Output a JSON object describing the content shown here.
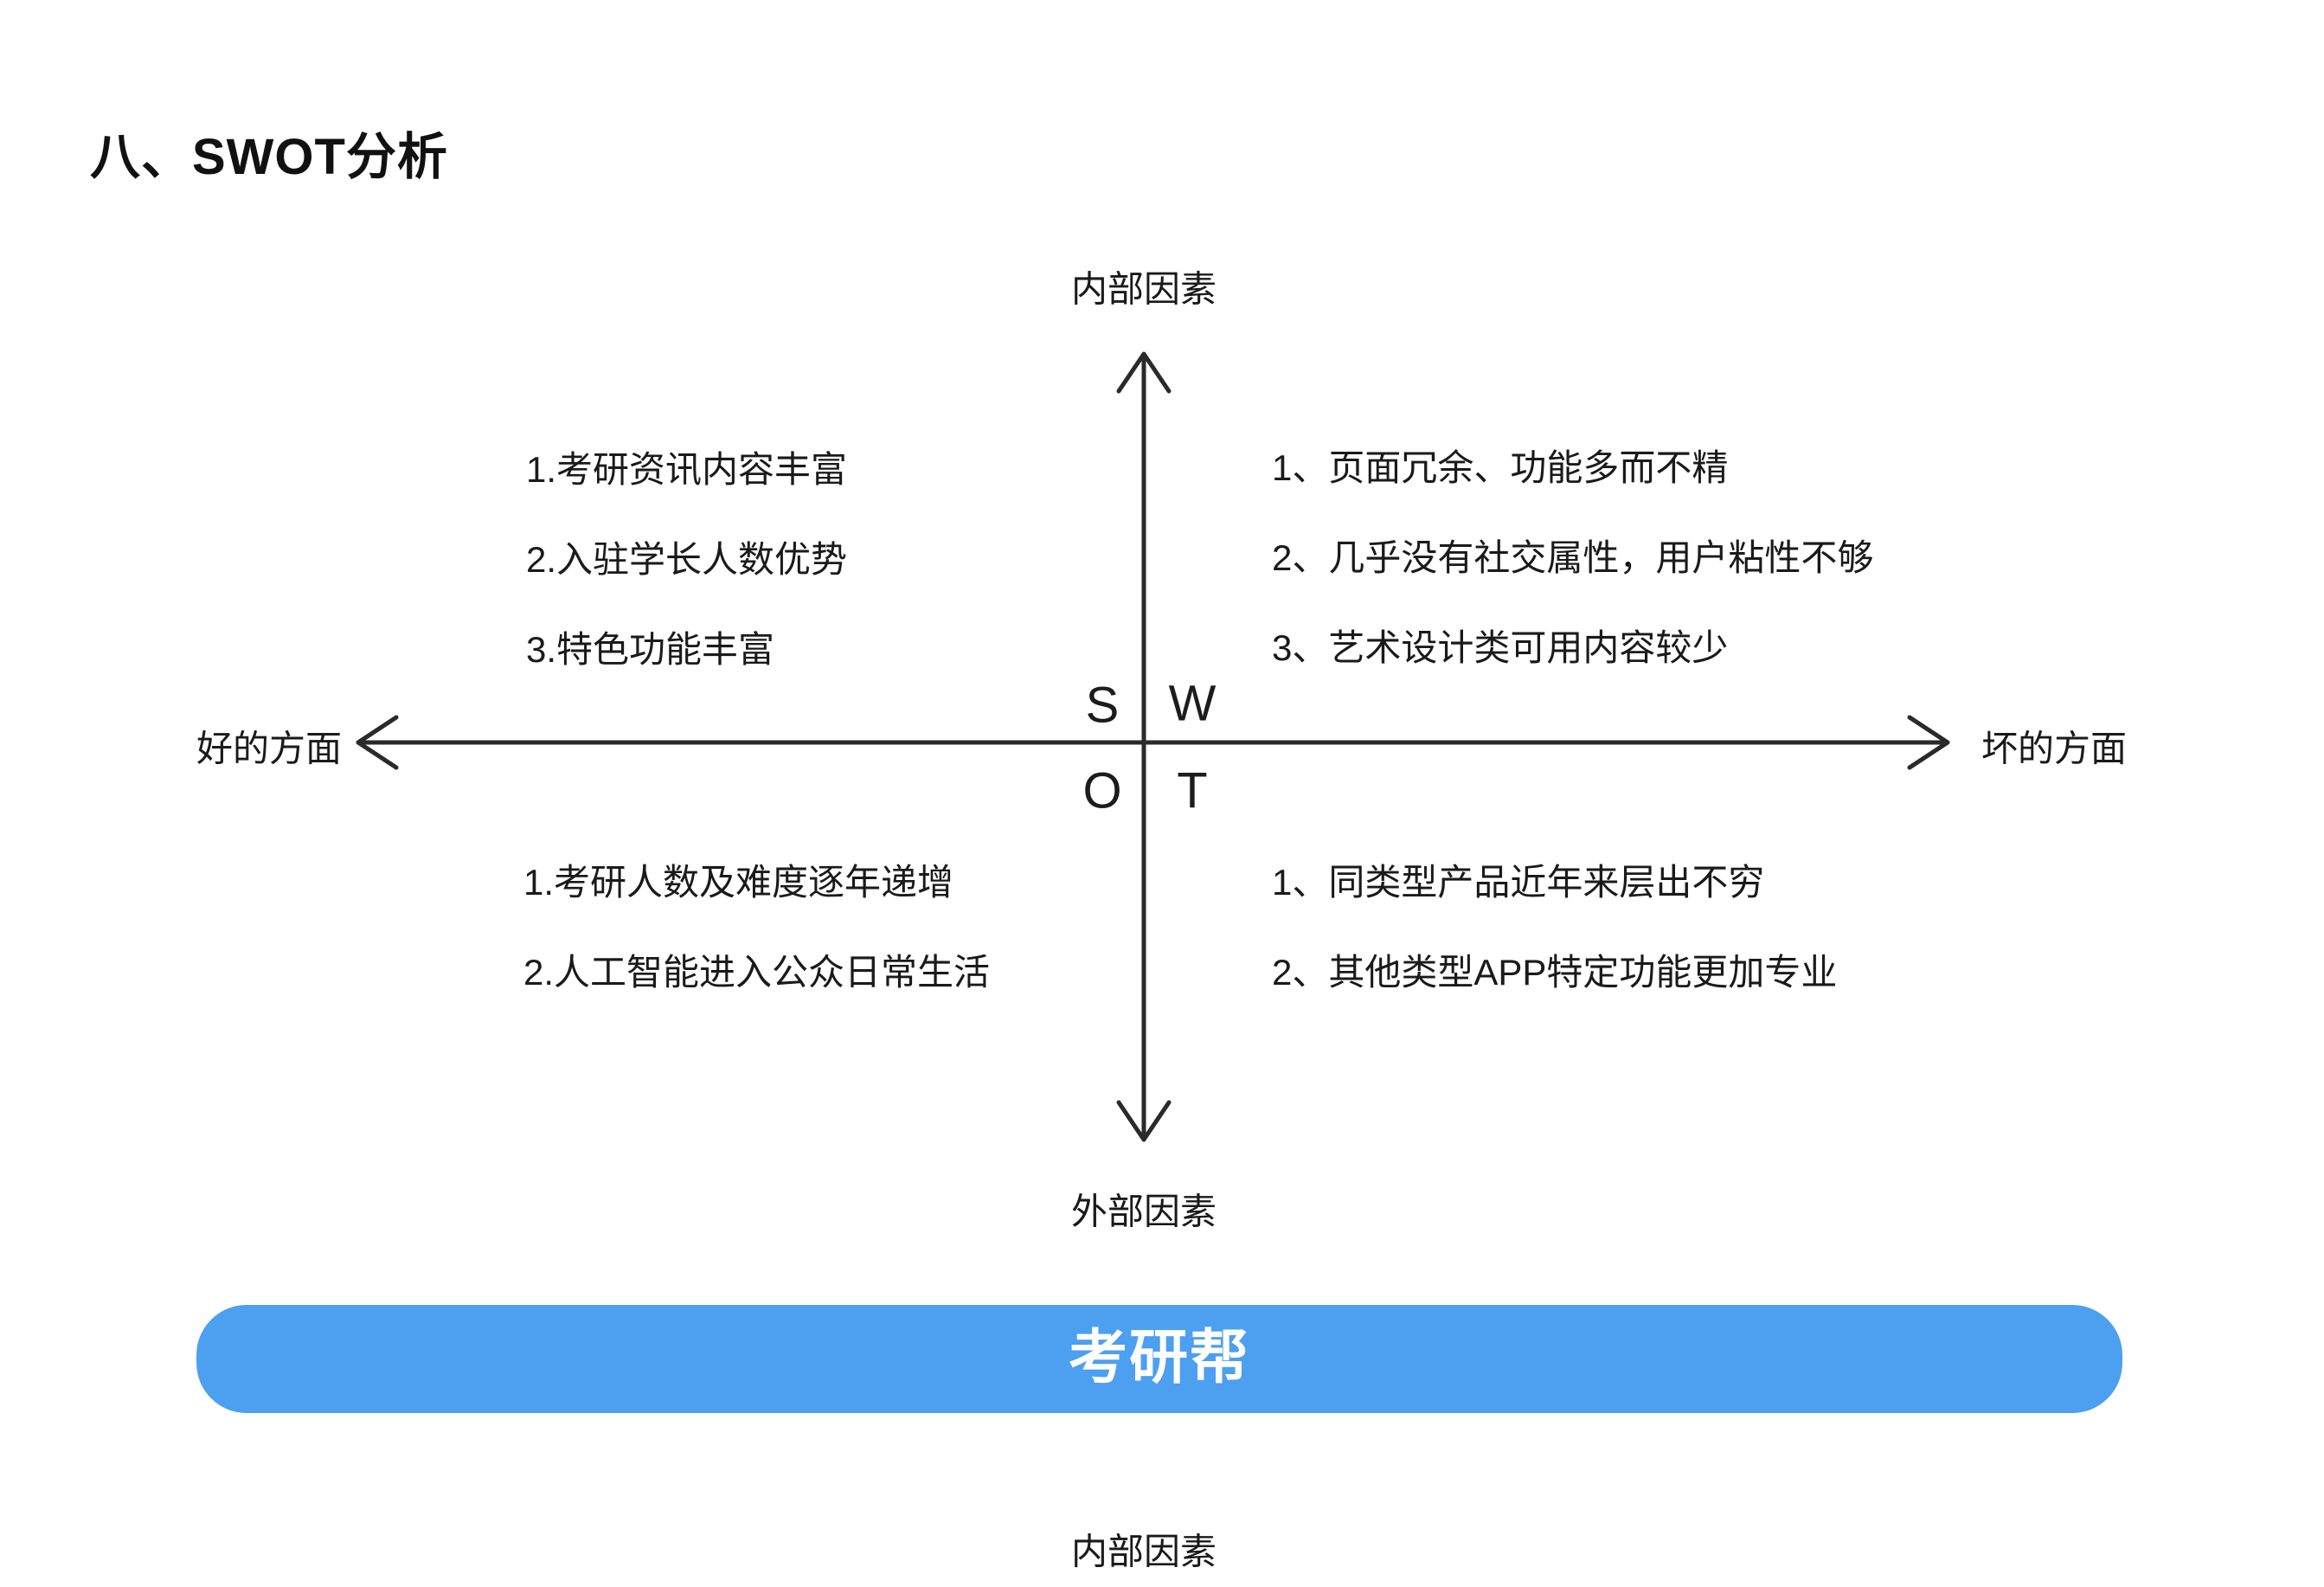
{
  "page": {
    "title": "八、SWOT分析"
  },
  "diagram": {
    "axes": {
      "top": "内部因素",
      "bottom": "外部因素",
      "left": "好的方面",
      "right": "坏的方面"
    },
    "letters": {
      "s": "S",
      "w": "W",
      "o": "O",
      "t": "T"
    },
    "strengths": [
      "1.考研资讯内容丰富",
      "2.入驻学长人数优势",
      "3.特色功能丰富"
    ],
    "weaknesses": [
      "1、页面冗余、功能多而不精",
      "2、几乎没有社交属性，用户粘性不够",
      "3、艺术设计类可用内容较少"
    ],
    "opportunities": [
      "1.考研人数及难度逐年递增",
      "2.人工智能进入公众日常生活"
    ],
    "threats": [
      "1、同类型产品近年来层出不穷",
      "2、其他类型APP特定功能更加专业"
    ]
  },
  "banner": {
    "label": "考研帮",
    "color": "#4D9FF0"
  },
  "next_section": {
    "label": "内部因素"
  },
  "colors": {
    "line": "#2a2a2a",
    "text": "#1a1a1a",
    "background": "#ffffff"
  }
}
